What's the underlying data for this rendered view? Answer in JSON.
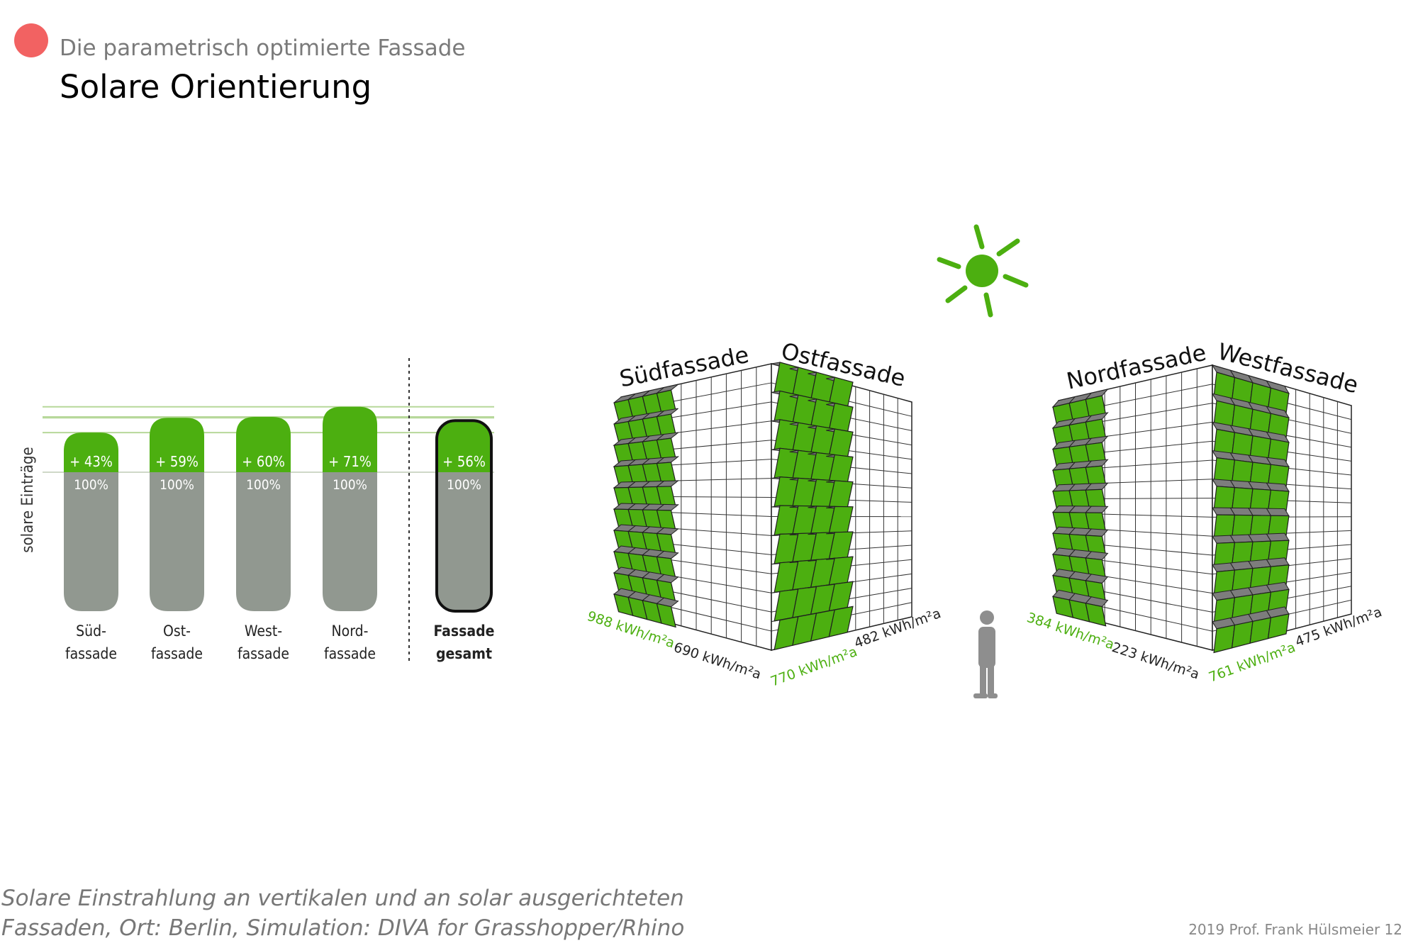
{
  "header": {
    "subtitle": "Die parametrisch optimierte Fassade",
    "title": "Solare Orientierung"
  },
  "colors": {
    "accent_dot": "#f26262",
    "green": "#4caf10",
    "gray_bar": "#919890",
    "gray_text": "#777777"
  },
  "bar_chart": {
    "ylabel": "solare Einträge",
    "base_label": "100%",
    "bars": [
      {
        "label_line1": "Süd-",
        "label_line2": "fassade",
        "increase": "+ 43%",
        "increase_value": 43
      },
      {
        "label_line1": "Ost-",
        "label_line2": "fassade",
        "increase": "+ 59%",
        "increase_value": 59
      },
      {
        "label_line1": "West-",
        "label_line2": "fassade",
        "increase": "+ 60%",
        "increase_value": 60
      },
      {
        "label_line1": "Nord-",
        "label_line2": "fassade",
        "increase": "+ 71%",
        "increase_value": 71
      },
      {
        "label_line1": "Fassade",
        "label_line2": "gesamt",
        "increase": "+ 56%",
        "increase_value": 56
      }
    ]
  },
  "chart_data": {
    "type": "bar",
    "ylabel": "solare Einträge",
    "categories": [
      "Süd-fassade",
      "Ost-fassade",
      "West-fassade",
      "Nord-fassade",
      "Fassade gesamt"
    ],
    "series": [
      {
        "name": "100%",
        "values": [
          100,
          100,
          100,
          100,
          100
        ]
      },
      {
        "values": [
          43,
          59,
          60,
          71,
          56
        ]
      }
    ]
  },
  "buildings": {
    "left": {
      "face_a": "Südfassade",
      "face_b": "Ostfassade",
      "val_a_green": "988 kWh/m²a",
      "val_a_base": "690 kWh/m²a",
      "val_b_green": "770 kWh/m²a",
      "val_b_base": "482 kWh/m²a"
    },
    "right": {
      "face_a": "Nordfassade",
      "face_b": "Westfassade",
      "val_a_green": "384 kWh/m²a",
      "val_a_base": "223 kWh/m²a",
      "val_b_green": "761 kWh/m²a",
      "val_b_base": "475 kWh/m²a"
    }
  },
  "icons": [
    "sun-icon",
    "person-icon"
  ],
  "caption": {
    "line1": "Solare Einstrahlung an vertikalen und an solar ausgerichteten",
    "line2": "Fassaden, Ort: Berlin, Simulation: DIVA for Grasshopper/Rhino"
  },
  "footer": "2019 Prof. Frank Hülsmeier 12"
}
